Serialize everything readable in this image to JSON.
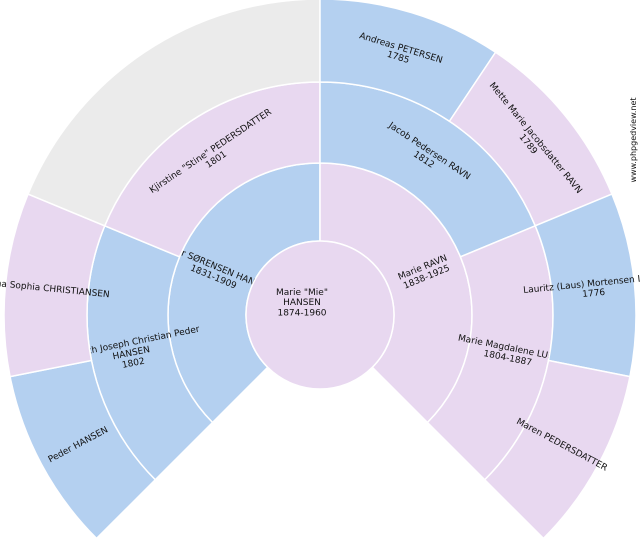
{
  "colors": {
    "female": "#e8d8f0",
    "male": "#b4d0f0",
    "unknown": "#ebebeb"
  },
  "website": "www.phpgedview.net",
  "people": {
    "root": {
      "name": "Marie \"Mie\" HANSEN",
      "lines": [
        "Marie \"Mie\"",
        "HANSEN",
        "1874-1960"
      ],
      "sex": "female"
    },
    "f": {
      "name": "Peter SØRENSEN HANSEN",
      "lines": [
        "Peter SØRENSEN HANSEN",
        "1831-1909"
      ],
      "sex": "male"
    },
    "m": {
      "name": "Marie RAVN",
      "lines": [
        "Marie RAVN",
        "1838-1925"
      ],
      "sex": "female"
    },
    "ff": {
      "name": "Friedrich Joseph Christian Peder HANSEN",
      "lines": [
        "Friedrich Joseph Christian Peder",
        "HANSEN",
        "1802"
      ],
      "sex": "male"
    },
    "fm": {
      "name": "Kjirstine \"Stine\" PEDERSDATTER",
      "lines": [
        "Kjirstine \"Stine\" PEDERSDATTER",
        "1801"
      ],
      "sex": "female"
    },
    "mf": {
      "name": "Jacob Pedersen RAVN",
      "lines": [
        "Jacob Pedersen RAVN",
        "1812"
      ],
      "sex": "male"
    },
    "mm": {
      "name": "Marie Magdalene LUND",
      "lines": [
        "Marie Magdalene LUND",
        "1804-1887"
      ],
      "sex": "female"
    },
    "fff": {
      "name": "Peder HANSEN",
      "lines": [
        "Peder HANSEN"
      ],
      "sex": "male"
    },
    "ffm": {
      "name": "Anna Sophia CHRISTIANSEN",
      "lines": [
        "Anna Sophia CHRISTIANSEN"
      ],
      "sex": "female"
    },
    "fmf": {
      "name": "",
      "lines": [],
      "sex": "unknown"
    },
    "mff": {
      "name": "Andreas PETERSEN",
      "lines": [
        "Andreas PETERSEN",
        "1785"
      ],
      "sex": "male"
    },
    "mfm": {
      "name": "Mette Marie Jacobsdatter RAVN",
      "lines": [
        "Mette Marie Jacobsdatter RAVN",
        "1789"
      ],
      "sex": "female"
    },
    "mmf": {
      "name": "Lauritz (Laus) Mortensen LUND",
      "lines": [
        "Lauritz (Laus) Mortensen LUND",
        "1776"
      ],
      "sex": "male"
    },
    "mmm": {
      "name": "Maren PEDERSDATTER",
      "lines": [
        "Maren PEDERSDATTER"
      ],
      "sex": "female"
    }
  }
}
